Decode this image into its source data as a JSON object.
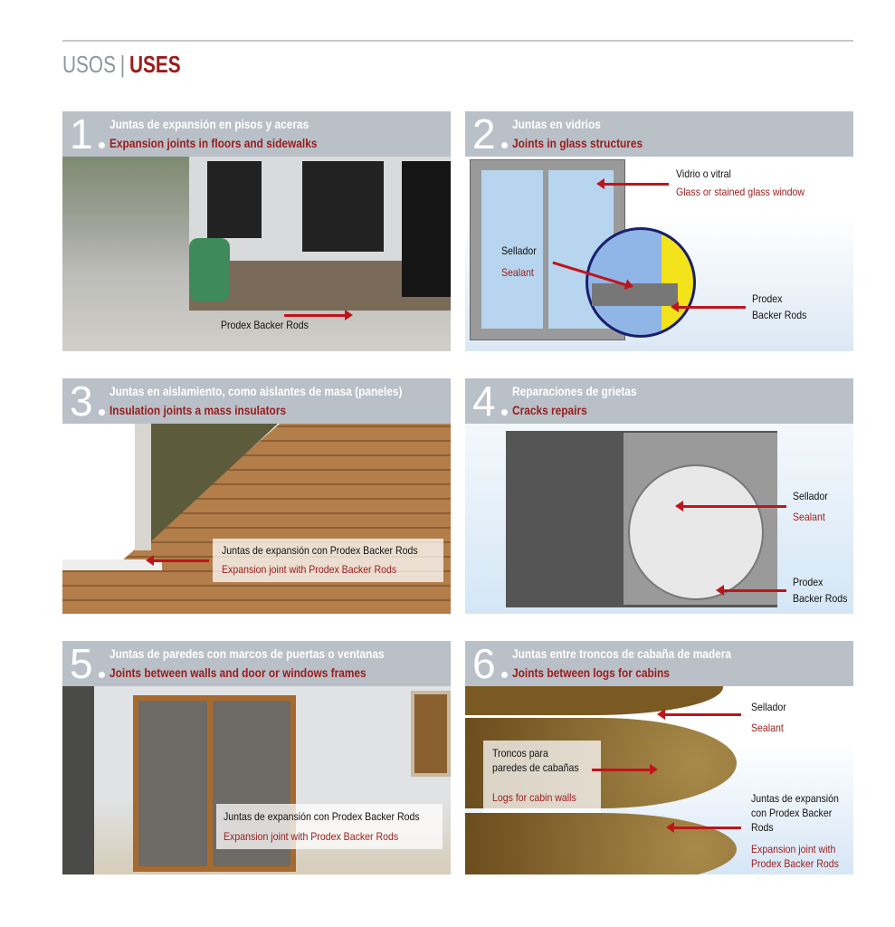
{
  "header": {
    "title_es": "USOS",
    "separator": "|",
    "title_en": "USES"
  },
  "panels": [
    {
      "num": "1",
      "title_es": "Juntas de expansión en pisos y aceras",
      "title_en": "Expansion joints in floors and sidewalks",
      "labels": [
        "Prodex Backer Rods"
      ]
    },
    {
      "num": "2",
      "title_es": "Juntas en vidrios",
      "title_en": "Joints in glass structures",
      "labels": [
        "Vidrio o vitral",
        "Glass or stained glass window",
        "Sellador",
        "Sealant",
        "Prodex",
        "Backer Rods"
      ]
    },
    {
      "num": "3",
      "title_es": "Juntas en aislamiento, como aislantes de masa (paneles)",
      "title_en": "Insulation joints a mass insulators",
      "labels": [
        "Juntas de expansión con Prodex Backer Rods",
        "Expansion joint with Prodex Backer Rods"
      ]
    },
    {
      "num": "4",
      "title_es": "Reparaciones de grietas",
      "title_en": "Cracks repairs",
      "labels": [
        "Sellador",
        "Sealant",
        "Prodex",
        "Backer Rods"
      ]
    },
    {
      "num": "5",
      "title_es": "Juntas de paredes con marcos de puertas o ventanas",
      "title_en": "Joints between walls and door or windows frames",
      "labels": [
        "Juntas de expansión con Prodex Backer Rods",
        "Expansion joint with Prodex Backer Rods"
      ]
    },
    {
      "num": "6",
      "title_es": "Juntas entre troncos de cabaña de madera",
      "title_en": "Joints between logs for cabins",
      "labels": [
        "Sellador",
        "Sealant",
        "Troncos para",
        "paredes de cabañas",
        "Logs for cabin walls",
        "Juntas de expansión",
        "con Prodex Backer",
        "Rods",
        "Expansion joint with",
        "Prodex Backer Rods"
      ]
    }
  ]
}
